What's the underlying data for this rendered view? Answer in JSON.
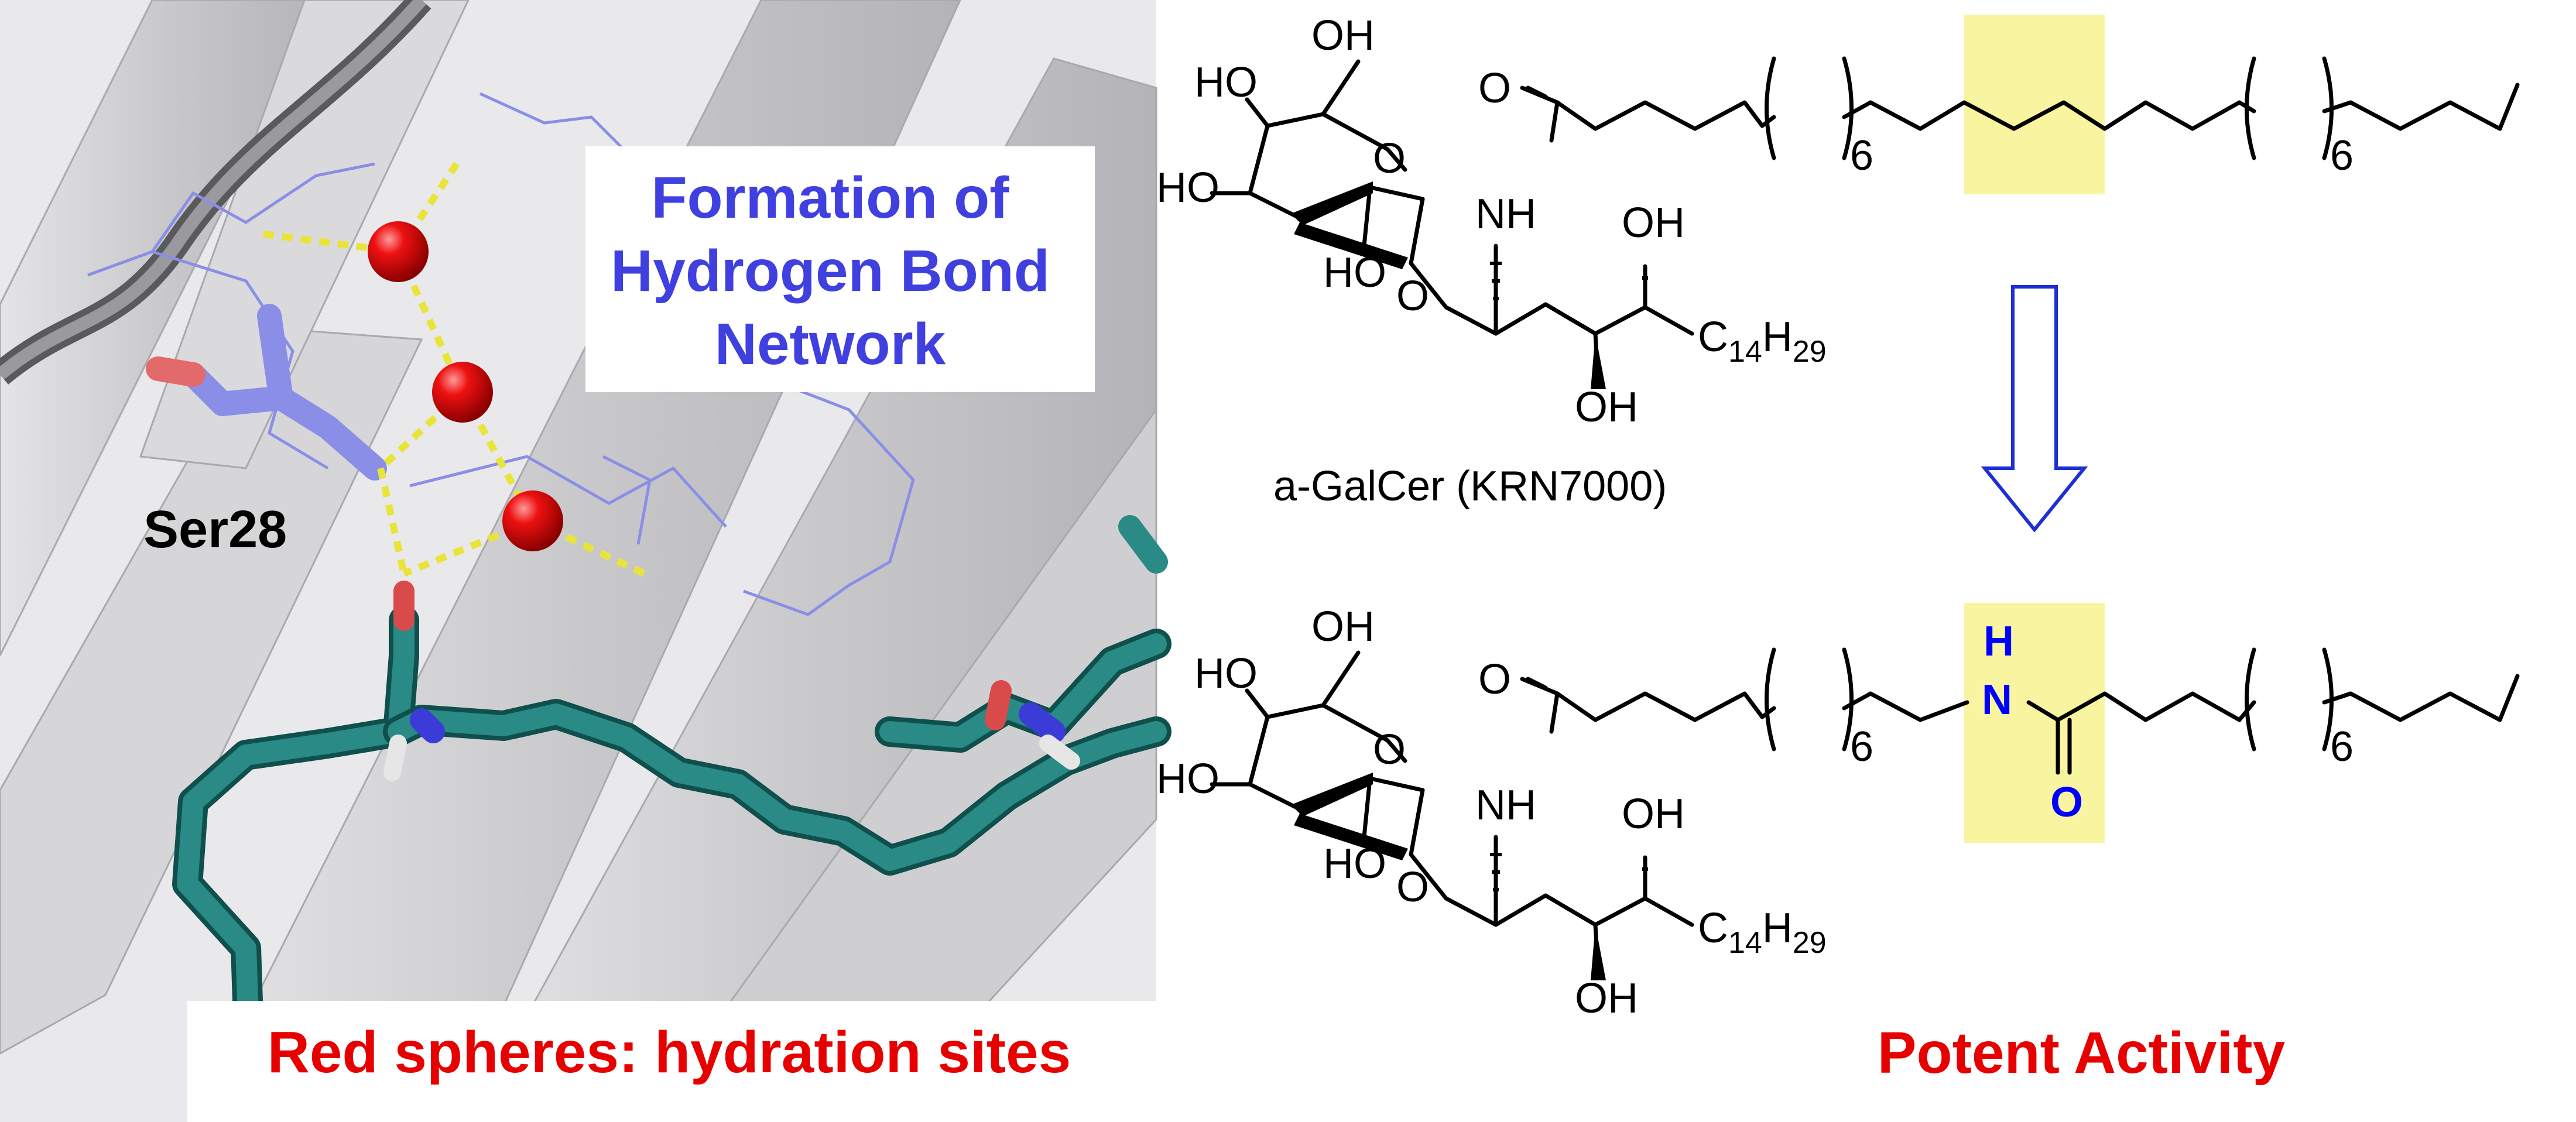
{
  "left_panel": {
    "title_line1": "Formation of",
    "title_line2": "Hydrogen Bond",
    "title_line3": "Network",
    "residue_label": "Ser28",
    "caption": "Red spheres: hydration sites"
  },
  "top_molecule": {
    "labels": {
      "oh_c6": "OH",
      "oh_c4": "HO",
      "ho_c3": "HO",
      "ring_o": "O",
      "ho_c2": "HO",
      "glyco_o": "O",
      "nh": "NH",
      "oh_c3p": "OH",
      "oh_c4p": "OH",
      "carbonyl_o": "O",
      "repeat_n1": "6",
      "repeat_n2": "6",
      "c14": "C",
      "c14_sub": "14",
      "h29": "H",
      "h29_sub": "29"
    },
    "name": "a-GalCer (KRN7000)"
  },
  "bottom_molecule": {
    "labels": {
      "oh_c6": "OH",
      "oh_c4": "HO",
      "ho_c3": "HO",
      "ring_o": "O",
      "ho_c2": "HO",
      "glyco_o": "O",
      "nh": "NH",
      "oh_c3p": "OH",
      "oh_c4p": "OH",
      "carbonyl_o": "O",
      "repeat_n1": "6",
      "repeat_n2": "6",
      "c14": "C",
      "c14_sub": "14",
      "h29": "H",
      "h29_sub": "29",
      "amide_h": "H",
      "amide_n": "N",
      "amide_o": "O"
    },
    "caption": "Potent Activity"
  },
  "colors": {
    "blue_text": "#4040e0",
    "red_text": "#e60000",
    "amide_blue": "#0000ff",
    "highlight": "#f8f4a0",
    "teal": "#1f7a76",
    "lavender": "#8a8ee6",
    "sphere_red": "#e50000"
  }
}
